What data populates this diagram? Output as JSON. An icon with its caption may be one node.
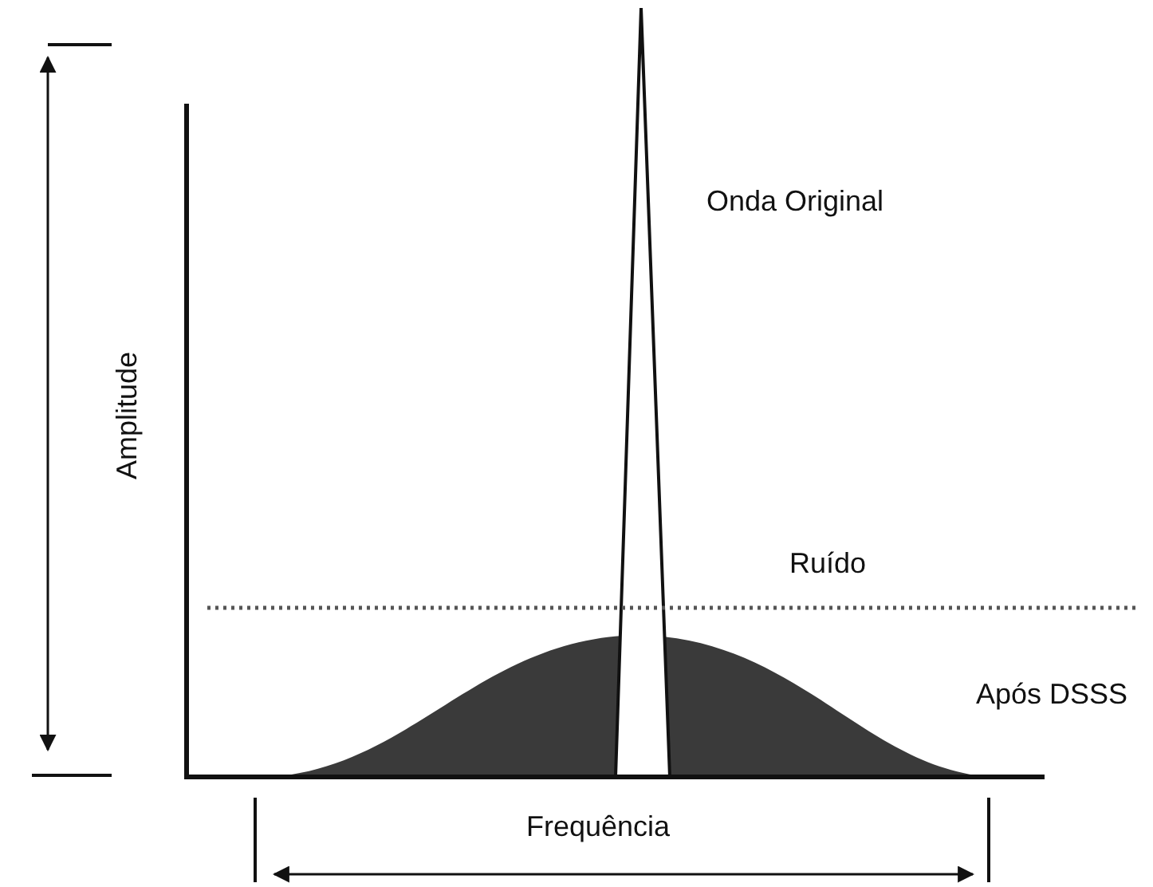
{
  "diagram": {
    "labels": [
      "Onda Original",
      "Amplitude",
      "Ruído",
      "Após DSSS",
      "Frequência"
    ]
  }
}
